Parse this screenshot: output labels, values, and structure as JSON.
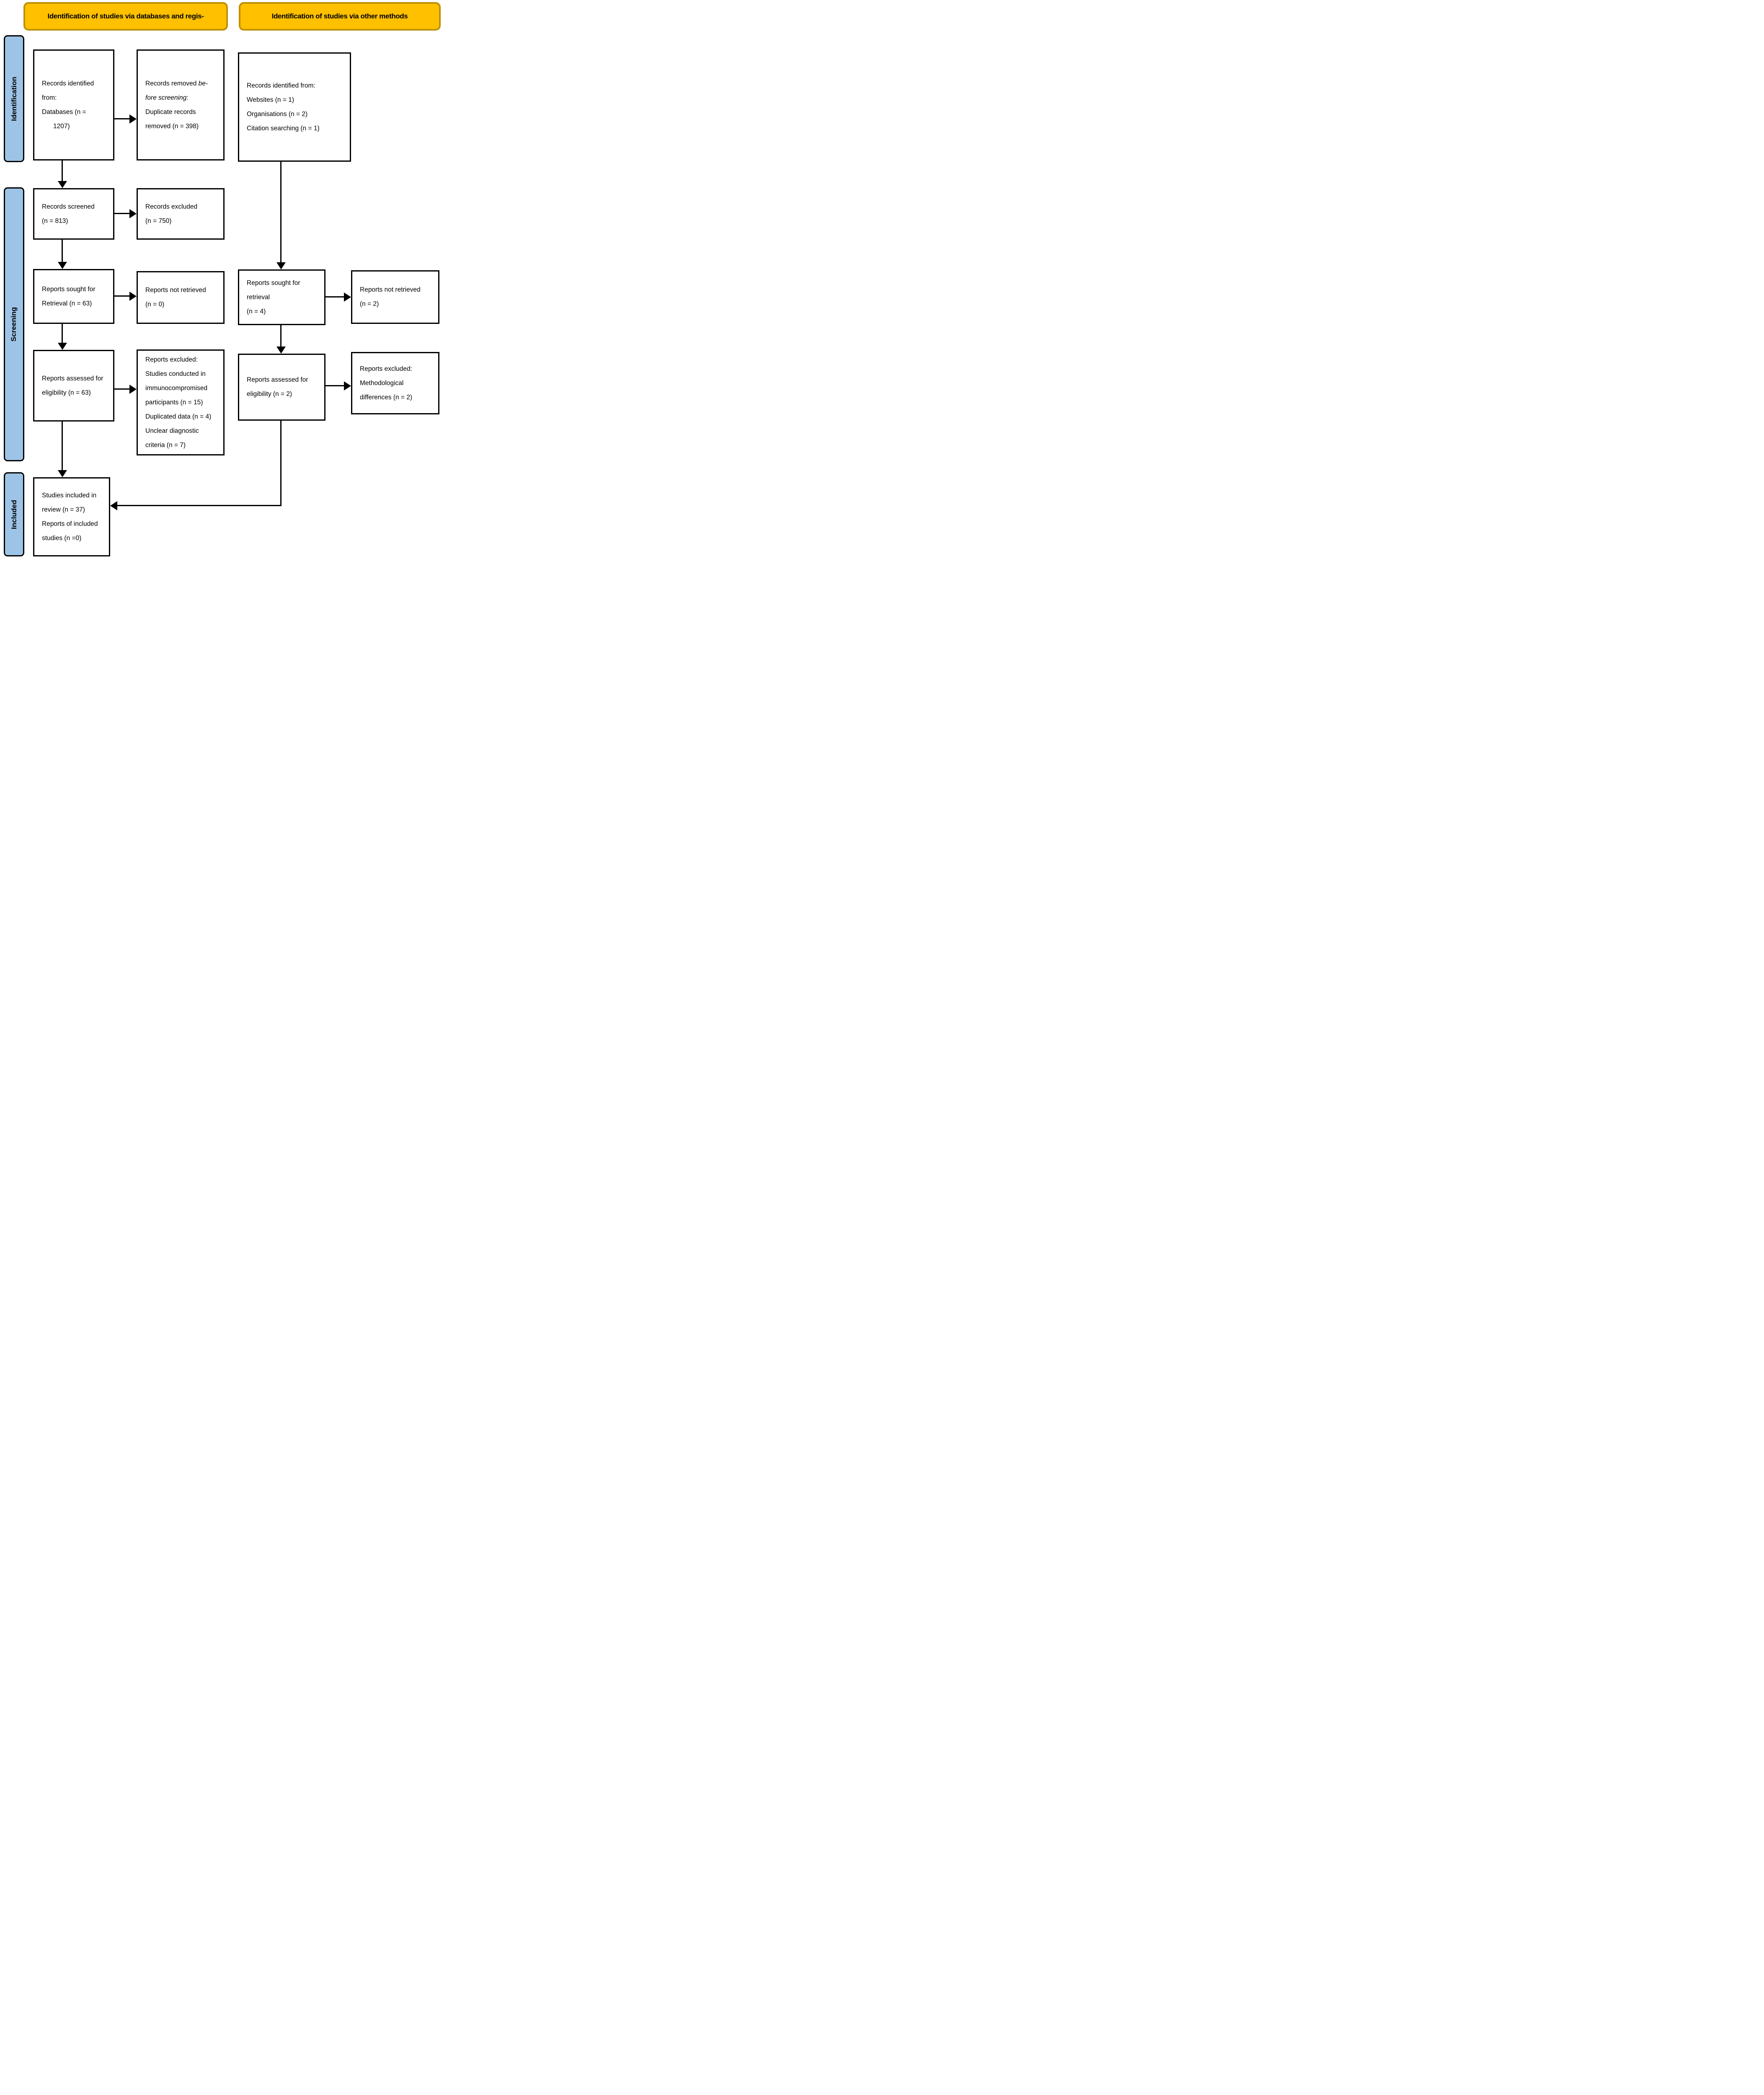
{
  "headers": {
    "left": "Identification of studies via databases and regis-",
    "right": "Identification of studies via other methods"
  },
  "sidebar": {
    "identification": "Identification",
    "screening": "Screening",
    "included": "Included"
  },
  "colors": {
    "header_fill": "#FFC000",
    "header_border": "#BF9000",
    "sidebar_fill": "#9DC3E6",
    "box_border": "#000000",
    "line": "#000000"
  },
  "boxes": {
    "records_identified": {
      "lines": [
        "Records identified",
        "from:",
        "Databases (n =",
        "1207)"
      ]
    },
    "records_removed": {
      "prefix": "Records removed ",
      "italic1": "be-",
      "italic2": "fore screening",
      "colon": ":",
      "line3": "Duplicate records",
      "line4": "removed (n = 398)"
    },
    "records_identified_other": {
      "lines": [
        "Records identified from:",
        "Websites (n = 1)",
        "Organisations (n = 2)",
        "Citation searching (n = 1)"
      ]
    },
    "records_screened": {
      "lines": [
        "Records screened",
        "(n = 813)"
      ]
    },
    "records_excluded": {
      "lines": [
        "Records excluded",
        "(n = 750)"
      ]
    },
    "reports_sought": {
      "lines": [
        "Reports sought for",
        "Retrieval (n = 63)"
      ]
    },
    "reports_not_retrieved": {
      "lines": [
        "Reports not retrieved",
        "(n = 0)"
      ]
    },
    "reports_sought_other": {
      "lines": [
        "Reports sought for",
        "retrieval",
        "(n = 4)"
      ]
    },
    "reports_not_retrieved_other": {
      "lines": [
        "Reports not retrieved",
        "(n = 2)"
      ]
    },
    "reports_assessed": {
      "lines": [
        "Reports assessed for",
        "eligibility (n = 63)"
      ]
    },
    "reports_excluded_detail": {
      "lines": [
        "Reports excluded:",
        "Studies conducted in",
        "immunocompromised",
        "participants (n = 15)",
        "Duplicated data (n = 4)",
        "Unclear diagnostic",
        "criteria (n = 7)"
      ]
    },
    "reports_assessed_other": {
      "lines": [
        "Reports assessed for",
        "eligibility (n = 2)"
      ]
    },
    "reports_excluded_other": {
      "lines": [
        "Reports excluded:",
        "Methodological",
        "differences (n = 2)"
      ]
    },
    "studies_included": {
      "lines": [
        "Studies included in",
        "review (n = 37)",
        "Reports of included",
        "studies (n =0)"
      ]
    }
  }
}
